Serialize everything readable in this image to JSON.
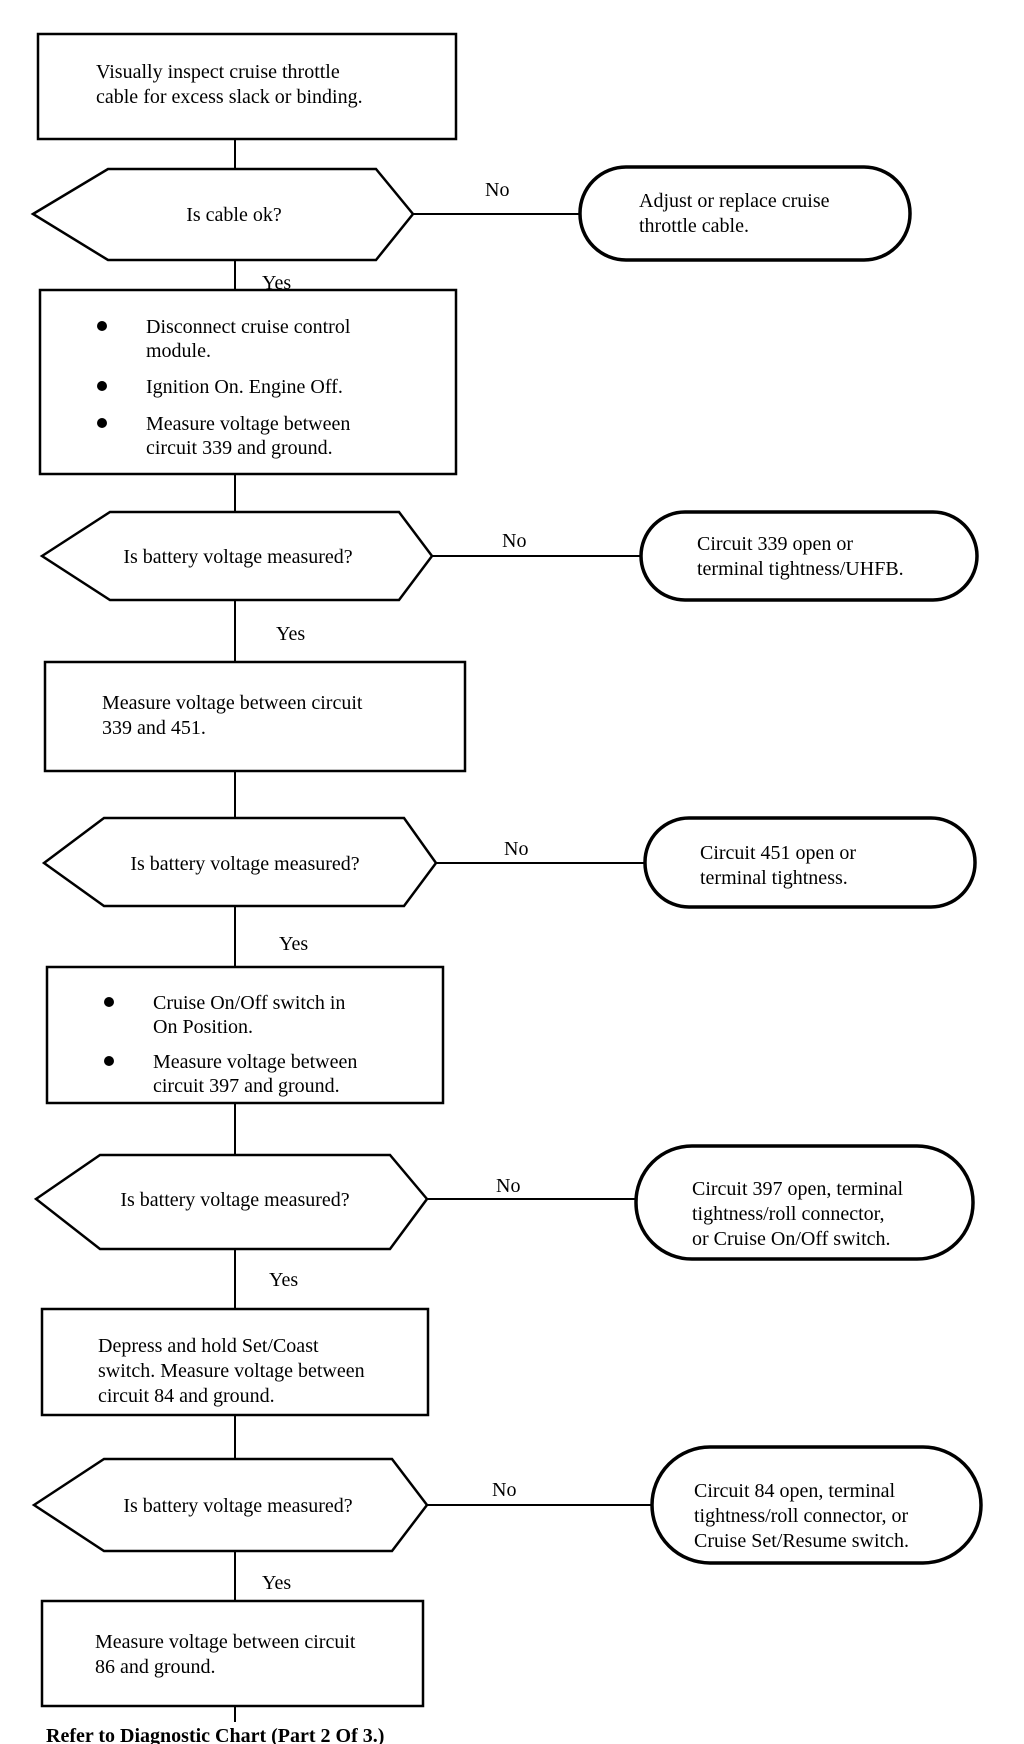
{
  "steps": {
    "s1": {
      "lines": [
        "Visually inspect cruise throttle",
        "cable for excess slack or binding."
      ]
    },
    "s2": {
      "bullets": [
        [
          "Disconnect cruise control",
          "module."
        ],
        [
          "Ignition On. Engine Off."
        ],
        [
          "Measure voltage between",
          "circuit 339 and ground."
        ]
      ]
    },
    "s3": {
      "lines": [
        "Measure voltage between circuit",
        "339 and 451."
      ]
    },
    "s4": {
      "bullets": [
        [
          "Cruise On/Off switch in",
          "On Position."
        ],
        [
          "Measure voltage between",
          "circuit 397 and ground."
        ]
      ]
    },
    "s5": {
      "lines": [
        "Depress and hold Set/Coast",
        "switch. Measure voltage between",
        "circuit 84 and ground."
      ]
    },
    "s6": {
      "lines": [
        "Measure voltage between circuit",
        "86 and ground."
      ]
    }
  },
  "decisions": {
    "d1": "Is cable ok?",
    "d2": "Is battery voltage measured?",
    "d3": "Is battery voltage measured?",
    "d4": "Is battery voltage measured?",
    "d5": "Is battery voltage measured?"
  },
  "results": {
    "r1": [
      "Adjust or replace cruise",
      "throttle cable."
    ],
    "r2": [
      "Circuit 339 open or",
      "terminal tightness/UHFB."
    ],
    "r3": [
      "Circuit 451 open or",
      "terminal tightness."
    ],
    "r4": [
      "Circuit 397 open, terminal",
      "tightness/roll connector,",
      "or Cruise On/Off switch."
    ],
    "r5": [
      "Circuit 84 open, terminal",
      "tightness/roll connector, or",
      "Cruise Set/Resume switch."
    ]
  },
  "branch_labels": {
    "yes": "Yes",
    "no": "No"
  },
  "footer": "Refer to Diagnostic Chart (Part 2 Of 3.)"
}
